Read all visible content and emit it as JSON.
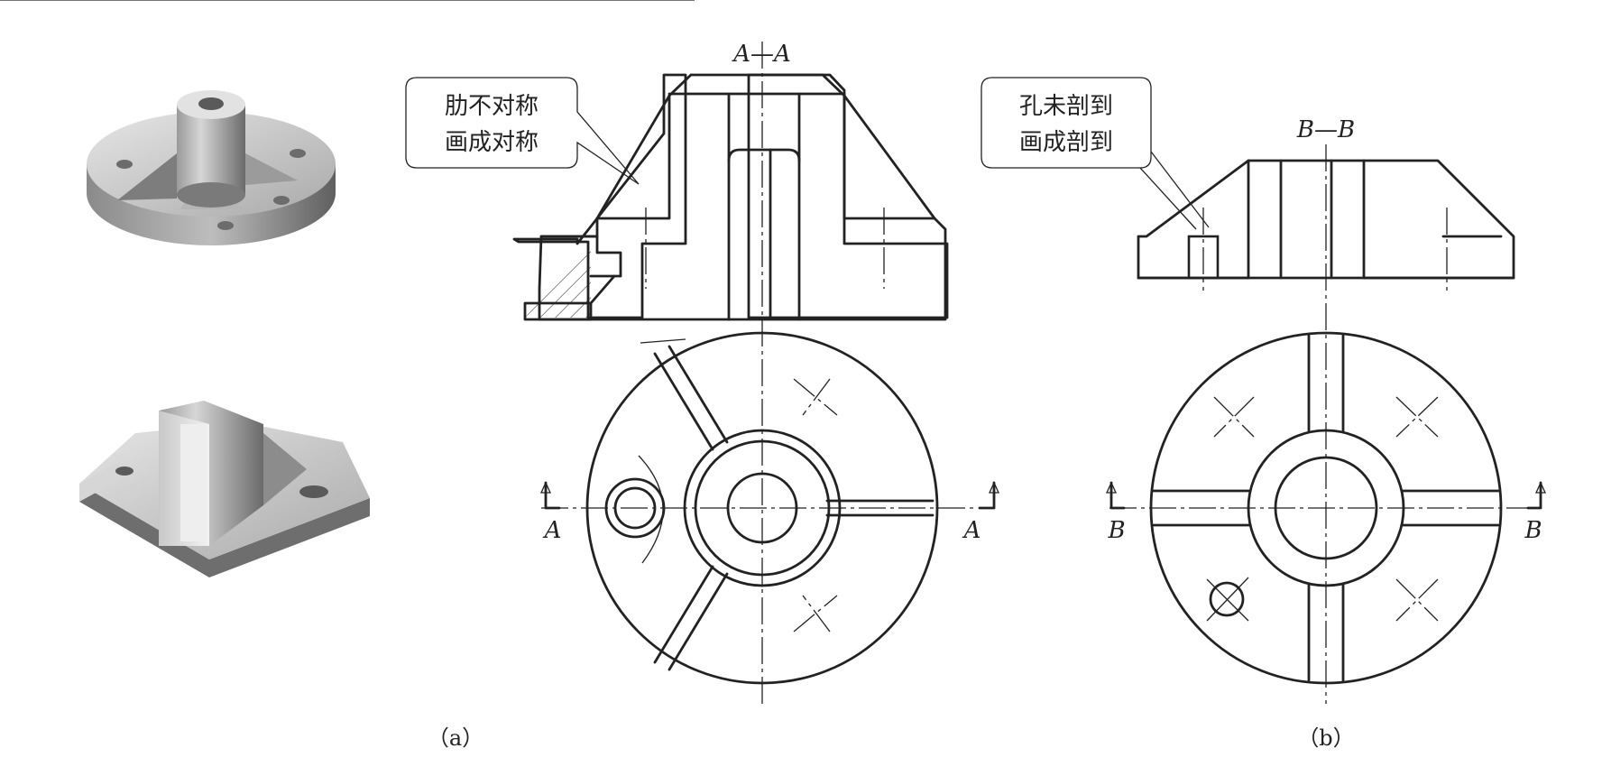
{
  "section_a": {
    "title": "A—A",
    "letter": "A",
    "callout_line1": "肋不对称",
    "callout_line2": "画成对称",
    "caption": "（a）"
  },
  "section_b": {
    "title": "B—B",
    "letter": "B",
    "callout_line1": "孔未剖到",
    "callout_line2": "画成剖到",
    "caption": "（b）"
  },
  "colors": {
    "line": "#222222",
    "render_light": "#d8d8d8",
    "render_dark": "#6e6e6e"
  }
}
